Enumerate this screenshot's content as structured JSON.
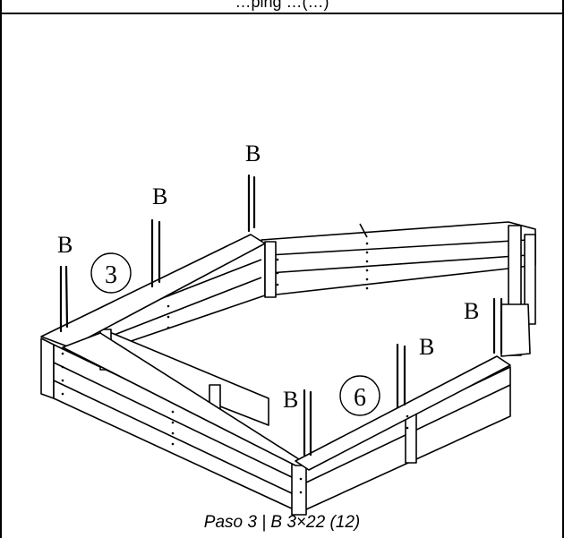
{
  "header": {
    "text": "…ping  …(…)"
  },
  "caption": {
    "text": "Paso 3 | B 3×22 (12)"
  },
  "step_numbers": [
    "3",
    "6"
  ],
  "screw_label": "B"
}
